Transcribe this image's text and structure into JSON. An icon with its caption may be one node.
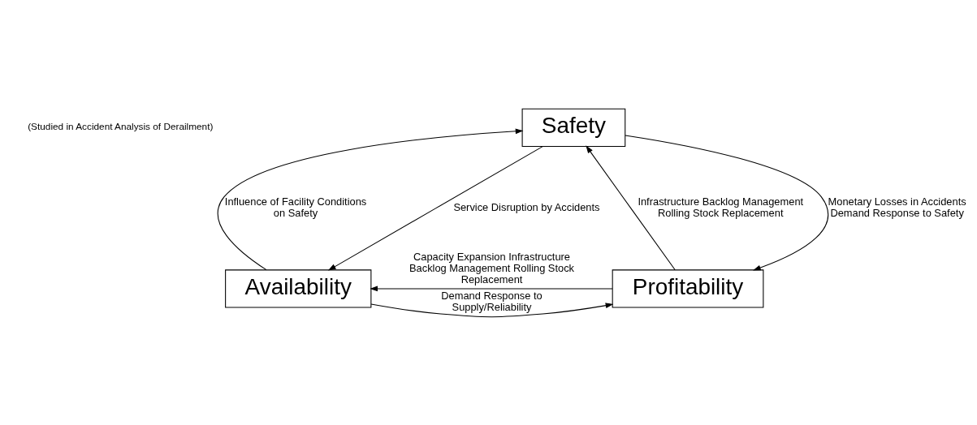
{
  "diagram": {
    "nodes": [
      {
        "text": [
          "Safety"
        ]
      },
      {
        "text": [
          "Availability"
        ]
      },
      {
        "text": [
          "Profitability"
        ]
      }
    ],
    "edges": [
      {
        "from": 1,
        "to": 0,
        "arrow": "to",
        "label": "Influence of Facility Conditions on Safety"
      },
      {
        "from": 0,
        "to": 1,
        "arrow": "to",
        "label": "Service Disruption by Accidents"
      },
      {
        "from": 2,
        "to": 0,
        "arrow": "to",
        "label": "Infrastructure Backlog Management Rolling Stock Replacement"
      },
      {
        "from": 0,
        "to": 2,
        "arrow": "to",
        "label": "Monetary Losses in Accidents Demand Response to Safety"
      },
      {
        "from": 1,
        "to": 2,
        "arrow": "to",
        "label": "Demand Response to Supply/Reliability"
      },
      {
        "from": 2,
        "to": 1,
        "arrow": "to",
        "label": "Capacity Expansion Infrastructure Backlog Management Rolling Stock Replacement"
      }
    ],
    "labels": [
      "(Studied in Accident Analysis of Derailment)"
    ]
  }
}
